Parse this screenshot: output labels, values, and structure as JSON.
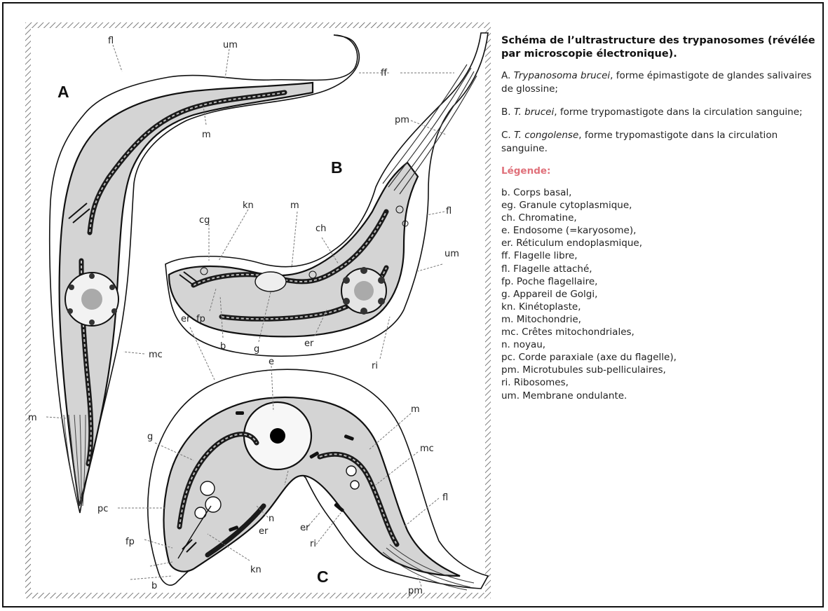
{
  "legend": {
    "title": "Schéma de l’ultrastructure des trypanosomes (révélée par microscopie électronique).",
    "items": [
      {
        "prefix": "A. ",
        "species": "Trypanosoma brucei",
        "rest": ", forme épimastigote de glandes salivaires de glossine;"
      },
      {
        "prefix": "B. ",
        "species": "T. brucei",
        "rest": ", forme trypomastigote dans la circulation sanguine;"
      },
      {
        "prefix": "C. ",
        "species": "T. congolense",
        "rest": ", forme trypomastigote dans la circulation sanguine."
      }
    ],
    "heading": "Légende:",
    "entries": [
      "b. Corps basal,",
      "eg. Granule cytoplasmique,",
      "ch. Chromatine,",
      "e. Endosome (=karyosome),",
      "er. Réticulum endoplasmique,",
      "ff. Flagelle libre,",
      "fl. Flagelle attaché,",
      "fp. Poche flagellaire,",
      "g. Appareil de Golgi,",
      "kn. Kinétoplaste,",
      "m. Mitochondrie,",
      "mc. Crêtes mitochondriales,",
      "n. noyau,",
      "pc. Corde paraxiale (axe du flagelle),",
      "pm. Microtubules sub-pelliculaires,",
      "ri. Ribosomes,",
      "um.  Membrane ondulante."
    ]
  },
  "figure": {
    "panels": {
      "a": "A",
      "b": "B",
      "c": "C"
    },
    "labels": {
      "fl": "fl",
      "um": "um",
      "ff": "ff",
      "m": "m",
      "pm": "pm",
      "kn": "kn",
      "cg": "cg",
      "ch": "ch",
      "fp": "fp",
      "b": "b",
      "g": "g",
      "er": "er",
      "ri": "ri",
      "mc": "mc",
      "e": "e",
      "n": "n",
      "pc": "pc"
    }
  }
}
